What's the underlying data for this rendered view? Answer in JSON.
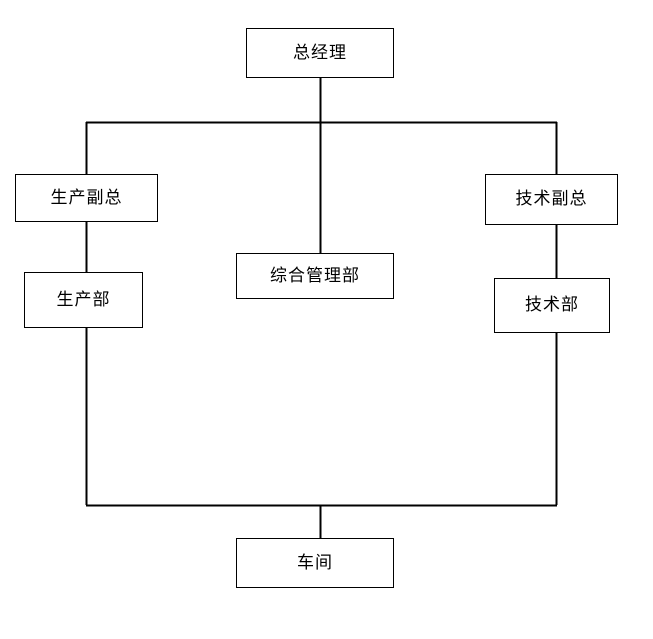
{
  "diagram": {
    "type": "organization-chart",
    "background_color": "#ffffff",
    "line_color": "#000000",
    "box_fill": "#ffffff",
    "box_border_color": "#000000",
    "nodes": [
      {
        "id": "general-manager",
        "label": "总经理",
        "level": 0
      },
      {
        "id": "production-vp",
        "label": "生产副总",
        "level": 1
      },
      {
        "id": "technical-vp",
        "label": "技术副总",
        "level": 1
      },
      {
        "id": "production-department",
        "label": "生产部",
        "level": 2
      },
      {
        "id": "admin-department",
        "label": "综合管理部",
        "level": 2
      },
      {
        "id": "technical-department",
        "label": "技术部",
        "level": 2
      },
      {
        "id": "workshop",
        "label": "车间",
        "level": 3
      }
    ],
    "edges": [
      {
        "from": "general-manager",
        "to": "production-vp"
      },
      {
        "from": "general-manager",
        "to": "technical-vp"
      },
      {
        "from": "general-manager",
        "to": "admin-department"
      },
      {
        "from": "production-vp",
        "to": "production-department"
      },
      {
        "from": "technical-vp",
        "to": "technical-department"
      },
      {
        "from": "production-department",
        "to": "workshop"
      },
      {
        "from": "technical-department",
        "to": "workshop"
      }
    ]
  }
}
